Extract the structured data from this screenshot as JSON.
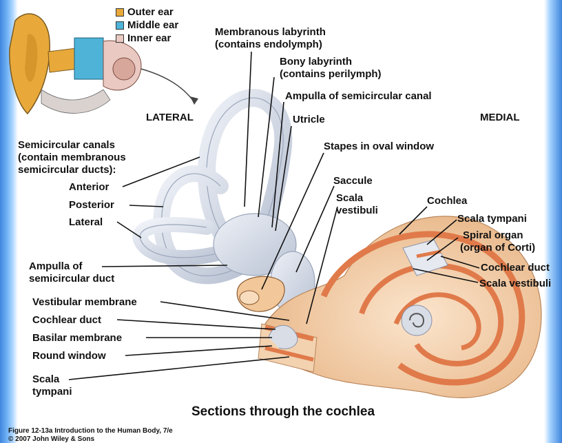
{
  "legend": [
    {
      "label": "Outer ear",
      "color": "#e8a93a"
    },
    {
      "label": "Middle ear",
      "color": "#4fb3d8"
    },
    {
      "label": "Inner ear",
      "color": "#e9c9c2"
    }
  ],
  "orientation": {
    "lateral": "LATERAL",
    "medial": "MEDIAL"
  },
  "labels": {
    "membranous_labyrinth_1": "Membranous labyrinth",
    "membranous_labyrinth_2": "(contains endolymph)",
    "bony_labyrinth_1": "Bony labyrinth",
    "bony_labyrinth_2": "(contains perilymph)",
    "ampulla_canal": "Ampulla of semicircular canal",
    "utricle": "Utricle",
    "semicircular_1": "Semicircular canals",
    "semicircular_2": "(contain membranous",
    "semicircular_3": "semicircular ducts):",
    "anterior": "Anterior",
    "posterior": "Posterior",
    "lateral_canal": "Lateral",
    "stapes": "Stapes in oval window",
    "saccule": "Saccule",
    "scala_vestibuli_1": "Scala",
    "scala_vestibuli_2": "vestibuli",
    "cochlea": "Cochlea",
    "scala_tympani_right": "Scala tympani",
    "spiral_organ_1": "Spiral organ",
    "spiral_organ_2": "(organ of Corti)",
    "cochlear_duct_right": "Cochlear duct",
    "scala_vestibuli_right": "Scala vestibuli",
    "ampulla_duct_1": "Ampulla of",
    "ampulla_duct_2": "semicircular duct",
    "vestibular_membrane": "Vestibular membrane",
    "cochlear_duct_left": "Cochlear duct",
    "basilar_membrane": "Basilar membrane",
    "round_window": "Round window",
    "scala_tympani_1": "Scala",
    "scala_tympani_2": "tympani"
  },
  "caption": {
    "title": "Sections through the cochlea",
    "credit_1": "Figure 12-13a  Introduction to the Human Body, 7/e",
    "credit_2": "© 2007 John Wiley & Sons"
  },
  "colors": {
    "bony": "#d4dbe8",
    "cochlea_outer": "#f3d2b0",
    "cochlea_stripe": "#e07a4a",
    "stapes": "#f2c79a"
  }
}
